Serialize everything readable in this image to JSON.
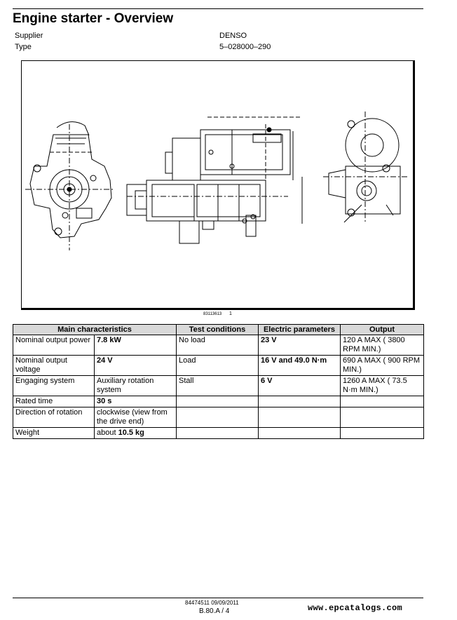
{
  "header": {
    "title": "Engine starter - Overview"
  },
  "meta": [
    {
      "label": "Supplier",
      "value": "DENSO"
    },
    {
      "label": "Type",
      "value": "5–028000–290"
    }
  ],
  "figure": {
    "id": "83113613",
    "number": "1"
  },
  "table": {
    "headers": [
      "Main characteristics",
      "",
      "Test conditions",
      "Electric parameters",
      "Output"
    ],
    "rows": [
      {
        "c0": "Nominal output power",
        "c1": "7.8 kW",
        "c2": "No load",
        "c3": "23 V",
        "c4": "120 A MAX ( 3800 RPM MIN.)"
      },
      {
        "c0": "Nominal output voltage",
        "c1": "24 V",
        "c2": "Load",
        "c3": "16 V and 49.0 N·m",
        "c4": "690 A MAX ( 900 RPM MIN.)"
      },
      {
        "c0": "Engaging system",
        "c1": "Auxiliary rotation system",
        "c2": "Stall",
        "c3": "6 V",
        "c4": "1260 A MAX ( 73.5 N·m MIN.)"
      },
      {
        "c0": "Rated time",
        "c1": "30 s",
        "c2": "",
        "c3": "",
        "c4": ""
      },
      {
        "c0": "Direction of rotation",
        "c1": "clockwise (view from the drive end)",
        "c2": "",
        "c3": "",
        "c4": ""
      },
      {
        "c0": "Weight",
        "c1": "about 10.5 kg",
        "c2": "",
        "c3": "",
        "c4": ""
      }
    ]
  },
  "footer": {
    "doc": "84474511 09/09/2011",
    "page": "B.80.A / 4",
    "watermark": "www.epcatalogs.com"
  }
}
